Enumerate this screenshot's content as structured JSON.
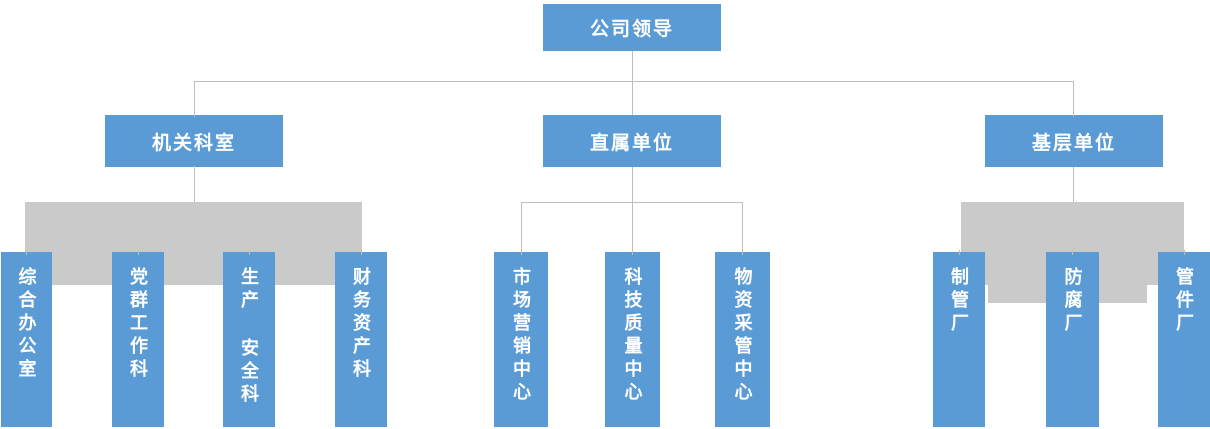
{
  "palette": {
    "box_blue": "#5b9bd5",
    "panel_gray": "#cacaca",
    "line_gray": "#bfbfbf",
    "text_white": "#ffffff"
  },
  "root": {
    "label": "公司领导"
  },
  "branches": [
    {
      "label": "机关科室",
      "children": [
        "综合办公室",
        "党群工作科",
        "生产 安全科",
        "财务资产科"
      ]
    },
    {
      "label": "直属单位",
      "children": [
        "市场营销中心",
        "科技质量中心",
        "物资采管中心"
      ]
    },
    {
      "label": "基层单位",
      "children": [
        "制管厂",
        "防腐厂",
        "管件厂"
      ]
    }
  ]
}
